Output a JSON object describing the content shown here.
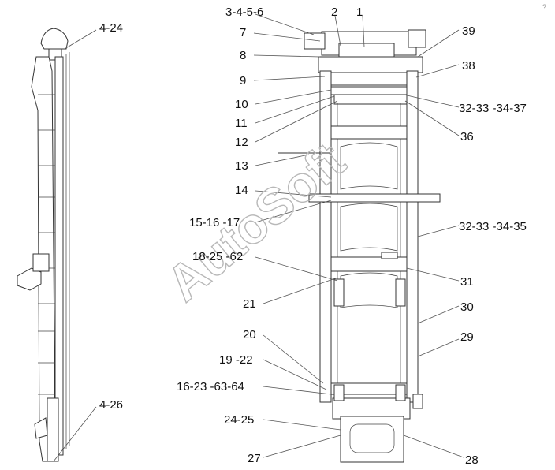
{
  "watermark": "AutoSoft",
  "corner_mark": "?",
  "labels": {
    "p4_24": "4-24",
    "p4_26": "4-26",
    "p3_4_5_6": "3-4-5-6",
    "p2": "2",
    "p1": "1",
    "p7": "7",
    "p8": "8",
    "p9": "9",
    "p10": "10",
    "p11": "11",
    "p12": "12",
    "p13": "13",
    "p14": "14",
    "p15_16_17": "15-16 -17",
    "p18_25_62": "18-25 -62",
    "p21": "21",
    "p20": "20",
    "p19_22": "19 -22",
    "p16_23_63_64": "16-23 -63-64",
    "p24_25": "24-25",
    "p27": "27",
    "p39": "39",
    "p38": "38",
    "p32_33_34_37": "32-33 -34-37",
    "p36": "36",
    "p32_33_34_35": "32-33 -34-35",
    "p31": "31",
    "p30": "30",
    "p29": "29",
    "p28": "28"
  }
}
